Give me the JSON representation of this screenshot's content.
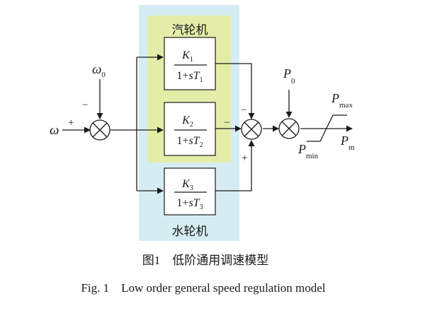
{
  "regions": {
    "steam_label": "汽轮机",
    "hydro_label": "水轮机"
  },
  "blocks": [
    {
      "num_k": "K",
      "num_sub": "1",
      "den_pre": "1+",
      "den_s": "s",
      "den_T": "T",
      "den_sub": "1"
    },
    {
      "num_k": "K",
      "num_sub": "2",
      "den_pre": "1+",
      "den_s": "s",
      "den_T": "T",
      "den_sub": "2"
    },
    {
      "num_k": "K",
      "num_sub": "3",
      "den_pre": "1+",
      "den_s": "s",
      "den_T": "T",
      "den_sub": "3"
    }
  ],
  "signals": {
    "omega_in": "ω",
    "omega0": "ω",
    "omega0_sub": "0",
    "p0": "P",
    "p0_sub": "0",
    "pmax": "P",
    "pmax_sub": "max",
    "pmin": "P",
    "pmin_sub": "min",
    "pm": "P",
    "pm_sub": "m"
  },
  "signs": {
    "omega_plus": "+",
    "omega0_minus": "−",
    "k1_minus": "−",
    "k2_minus": "−",
    "k3_plus": "+"
  },
  "caption": {
    "cn": "图1　低阶通用调速模型",
    "en": "Fig. 1　Low order general speed regulation model"
  }
}
